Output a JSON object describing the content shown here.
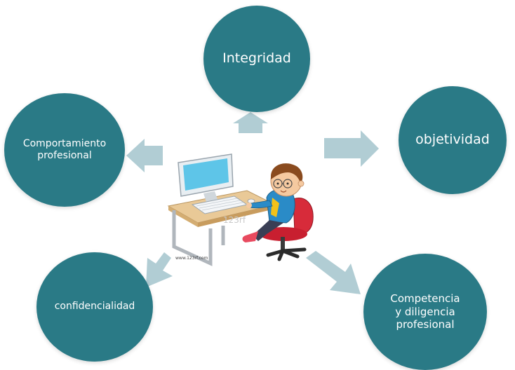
{
  "diagram": {
    "nodes": {
      "integridad": "Integridad",
      "objetividad": "objetividad",
      "comportamiento": "Comportamiento\nprofesional",
      "confidencialidad": "confidencialidad",
      "competencia": "Competencia\ny diligencia\nprofesional"
    },
    "center_image": {
      "watermark": "123rf",
      "caption": "www.123rf.com"
    },
    "colors": {
      "node_fill": "#2a7a86",
      "arrow_fill": "#a9c8cf",
      "node_text": "#ffffff"
    }
  }
}
